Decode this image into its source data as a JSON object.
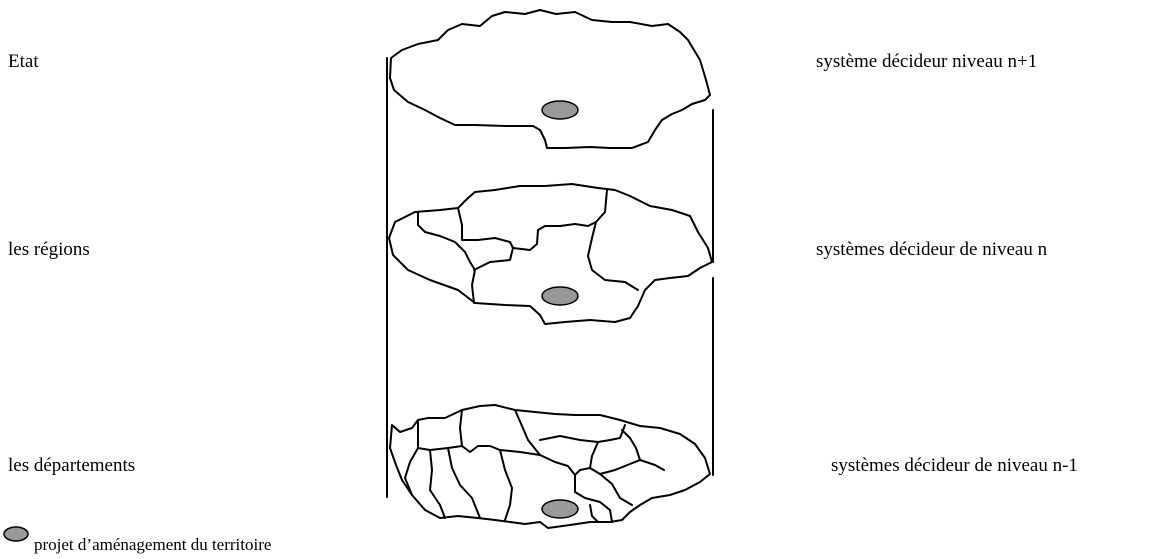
{
  "levels": [
    {
      "name": "Etat",
      "system": "système décideur niveau n+1"
    },
    {
      "name": "les régions",
      "system": "systèmes décideur de niveau n"
    },
    {
      "name": "les départements",
      "system": "systèmes décideur de niveau n-1"
    }
  ],
  "legend": {
    "label": "projet d’aménagement du territoire"
  },
  "colors": {
    "project_marker": "#999999",
    "outline": "#000000"
  }
}
